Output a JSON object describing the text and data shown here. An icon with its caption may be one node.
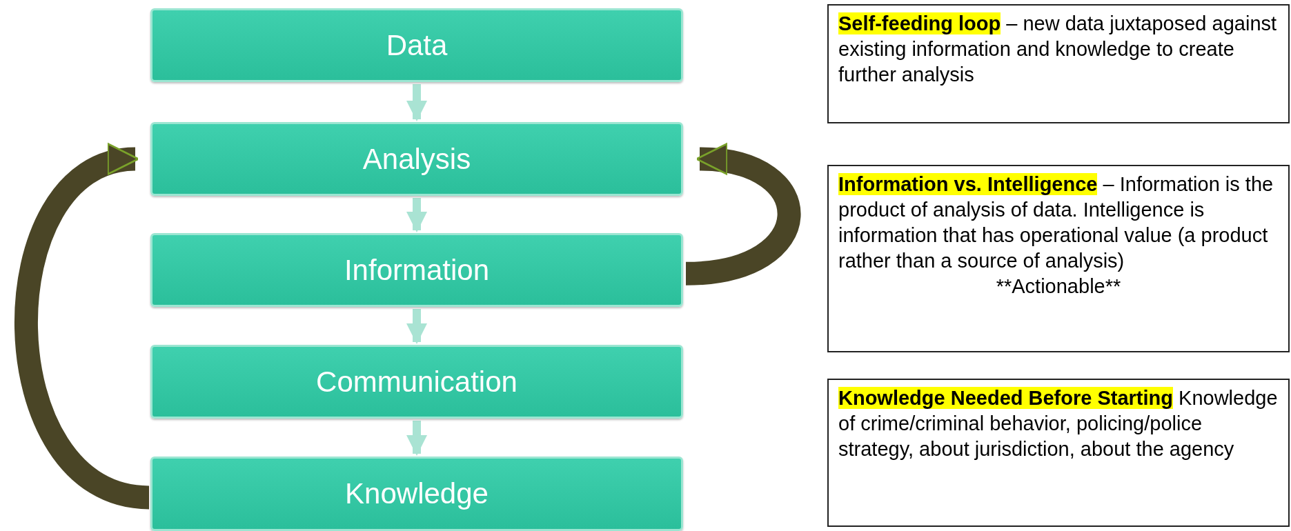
{
  "diagram": {
    "nodes": [
      {
        "text": [
          "Data"
        ]
      },
      {
        "text": [
          "Analysis"
        ]
      },
      {
        "text": [
          "Information"
        ]
      },
      {
        "text": [
          "Communication"
        ]
      },
      {
        "text": [
          "Knowledge"
        ]
      },
      {
        "text": [
          "Self-feeding loop",
          "– new data juxtaposed against existing information and knowledge to create further analysis"
        ]
      },
      {
        "text": [
          "Information vs. Intelligence",
          "– Information is the product of analysis of data.  Intelligence is information that has operational value (a product rather than a source of analysis)",
          "**Actionable**"
        ]
      },
      {
        "text": [
          "Knowledge Needed Before Starting",
          "Knowledge of crime/criminal behavior, policing/police strategy, about jurisdiction, about the agency"
        ]
      }
    ],
    "edges": [
      {
        "from": 0,
        "to": 1,
        "arrow": "to"
      },
      {
        "from": 1,
        "to": 2,
        "arrow": "to"
      },
      {
        "from": 2,
        "to": 3,
        "arrow": "to"
      },
      {
        "from": 3,
        "to": 4,
        "arrow": "to"
      },
      {
        "from": 4,
        "to": 1,
        "arrow": "to",
        "style": "thick",
        "color": "#4a4526"
      },
      {
        "from": 2,
        "to": 1,
        "arrow": "to",
        "style": "thick",
        "color": "#4a4526"
      }
    ]
  }
}
